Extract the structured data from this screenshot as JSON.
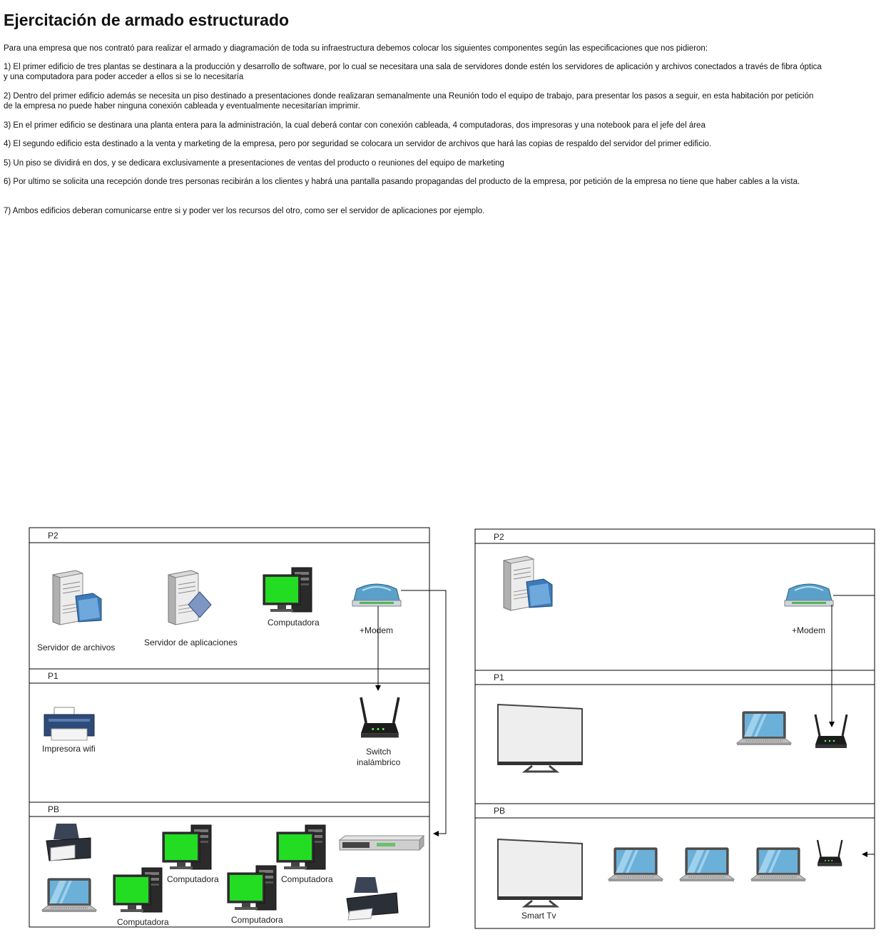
{
  "title": "Ejercitación de armado estructurado",
  "intro": "Para una empresa que  nos contrató para realizar el armado y diagramación de toda su infraestructura debemos colocar los siguientes componentes según las especificaciones que nos pidieron:",
  "requirements": [
    "1) El primer edificio de tres plantas se destinara a la producción y desarrollo de software, por lo cual se necesitara una sala de servidores donde estén los servidores de aplicación y archivos conectados a través de fibra óptica y una computadora para poder acceder a ellos si se lo necesitaría",
    "2) Dentro del primer edificio además se necesita un piso destinado a presentaciones donde realizaran semanalmente una Reunión todo el equipo de trabajo, para presentar los pasos a seguir, en esta habitación por petición de la empresa no puede haber ninguna conexión cableada y eventualmente necesitarían imprimir.",
    "3) En el primer edificio se destinara una planta entera para la administración, la cual deberá contar con conexión cableada, 4 computadoras, dos impresoras y una notebook para el jefe del área",
    "4) El segundo edificio esta destinado a la venta y marketing de la empresa, pero por seguridad se colocara un servidor de archivos que hará las copias de respaldo del servidor del primer edificio.",
    "5) Un piso se dividirá en dos, y se dedicara exclusivamente a presentaciones de ventas del producto o reuniones del equipo de marketing",
    "6) Por ultimo se solicita una recepción donde tres personas recibirán a los clientes y habrá una pantalla pasando propagandas del producto de la empresa, por petición de la empresa no tiene que haber cables a la vista.",
    "7) Ambos edificios deberan comunicarse entre si y poder ver los recursos del otro, como ser el servidor de aplicaciones por ejemplo."
  ],
  "building1": {
    "floors": [
      "P2",
      "P1",
      "PB"
    ],
    "labels": {
      "file_server": "Servidor de archivos",
      "app_server": "Servidor de aplicaciones",
      "computer": "Computadora",
      "modem": "+Modem",
      "printer_wifi": "Impresora wifi",
      "switch_line1": "Switch",
      "switch_line2": "inalámbrico",
      "pc1": "Computadora",
      "pc2": "Computadora",
      "pc3": "Computadora",
      "pc4": "Computadora"
    }
  },
  "building2": {
    "floors": [
      "P2",
      "P1",
      "PB"
    ],
    "labels": {
      "modem": "+Modem",
      "smart_tv": "Smart Tv"
    }
  },
  "colors": {
    "screen_green": "#22dd22",
    "line": "#000000",
    "laptop_screen": "#6ab0d8",
    "modem_body": "#4a90b8"
  }
}
